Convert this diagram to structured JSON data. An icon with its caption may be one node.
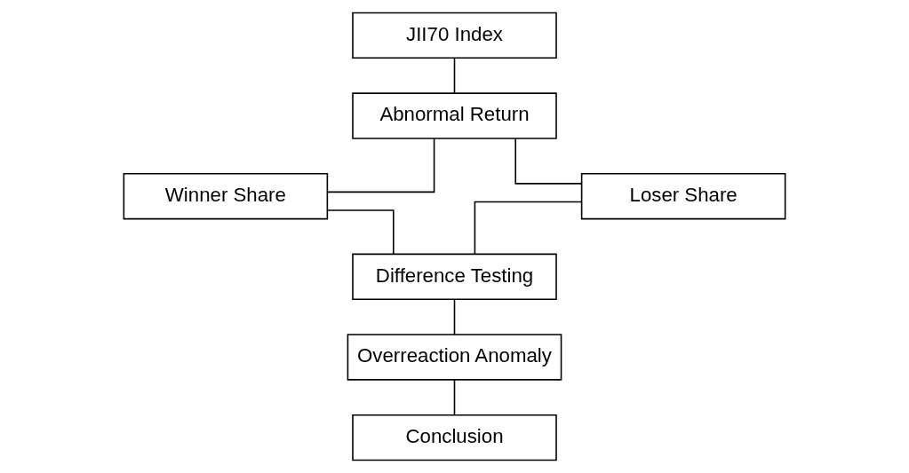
{
  "diagram": {
    "nodes": [
      {
        "text": [
          "JII70 Index"
        ]
      },
      {
        "text": [
          "Abnormal Return"
        ]
      },
      {
        "text": [
          "Winner Share"
        ]
      },
      {
        "text": [
          "Loser Share"
        ]
      },
      {
        "text": [
          "Difference Testing"
        ]
      },
      {
        "text": [
          "Overreaction Anomaly"
        ]
      },
      {
        "text": [
          "Conclusion"
        ]
      }
    ],
    "edges": [
      {
        "from": 0,
        "to": 1,
        "arrow": "none"
      },
      {
        "from": 1,
        "to": 2,
        "arrow": "none"
      },
      {
        "from": 1,
        "to": 3,
        "arrow": "none"
      },
      {
        "from": 2,
        "to": 4,
        "arrow": "none"
      },
      {
        "from": 3,
        "to": 4,
        "arrow": "none"
      },
      {
        "from": 4,
        "to": 5,
        "arrow": "none"
      },
      {
        "from": 5,
        "to": 6,
        "arrow": "none"
      }
    ]
  }
}
